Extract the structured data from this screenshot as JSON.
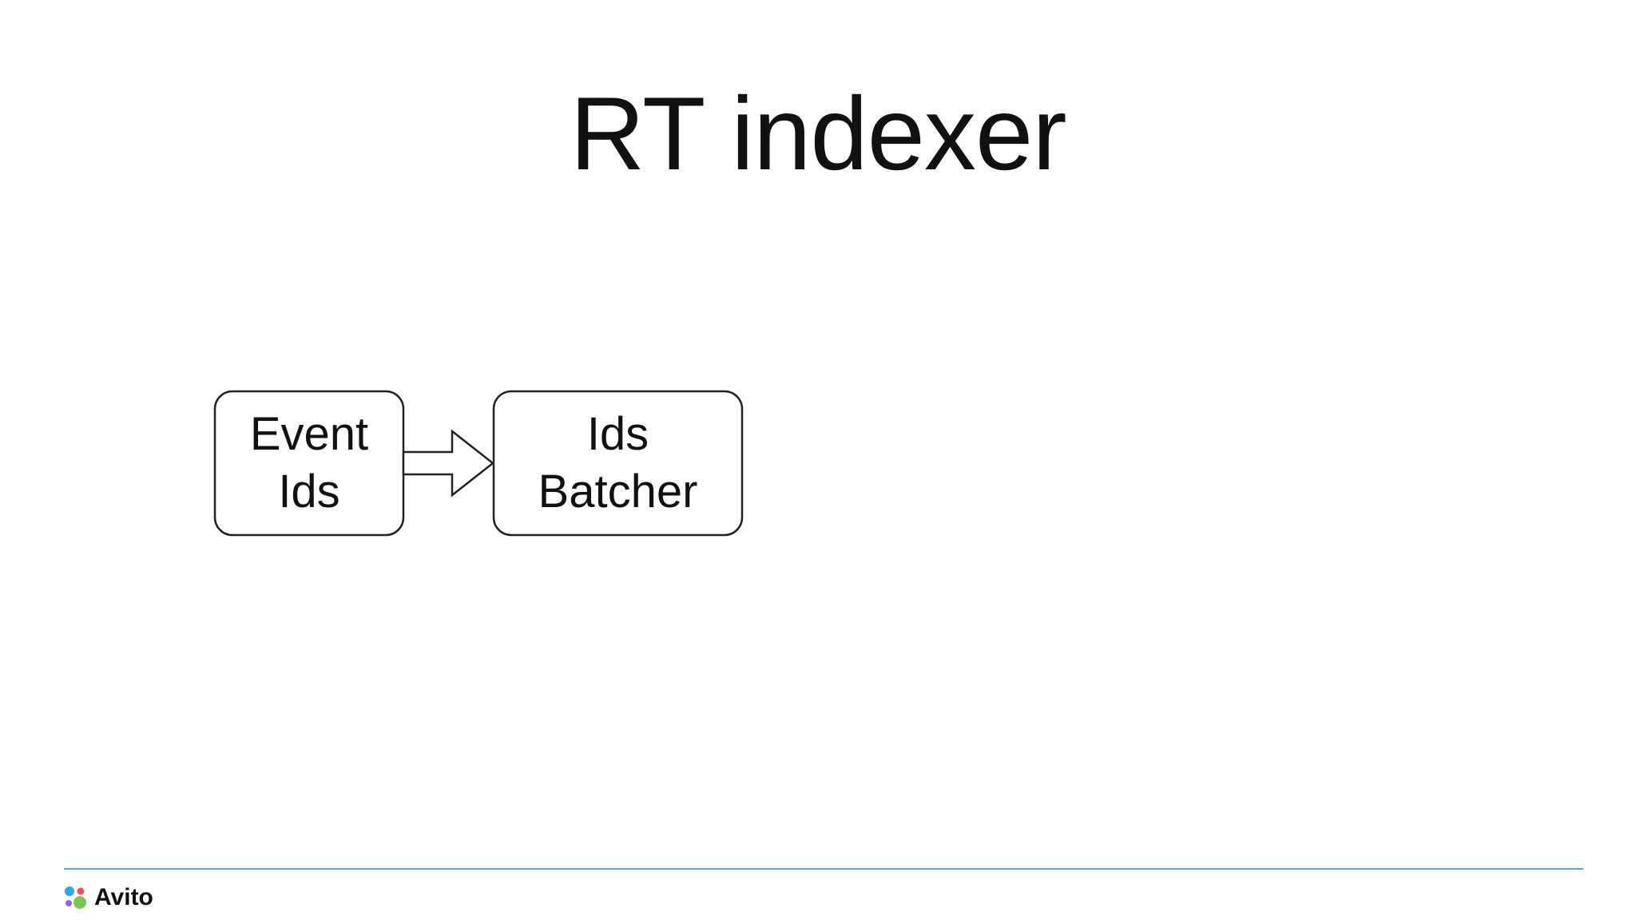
{
  "slide": {
    "title": "RT indexer"
  },
  "diagram": {
    "nodes": [
      {
        "id": "event-ids",
        "lines": [
          "Event",
          "Ids"
        ]
      },
      {
        "id": "ids-batcher",
        "lines": [
          "Ids",
          "Batcher"
        ]
      }
    ],
    "edges": [
      {
        "from": "event-ids",
        "to": "ids-batcher",
        "style": "hollow-block-arrow"
      }
    ]
  },
  "footer": {
    "logo_text": "Avito",
    "logo_icon": "avito-dots-icon",
    "line_color": "#4aa8f0",
    "logo_dot_colors": [
      "#2aa8f5",
      "#ff4a5f",
      "#9b5cf5",
      "#7ac74f"
    ]
  }
}
